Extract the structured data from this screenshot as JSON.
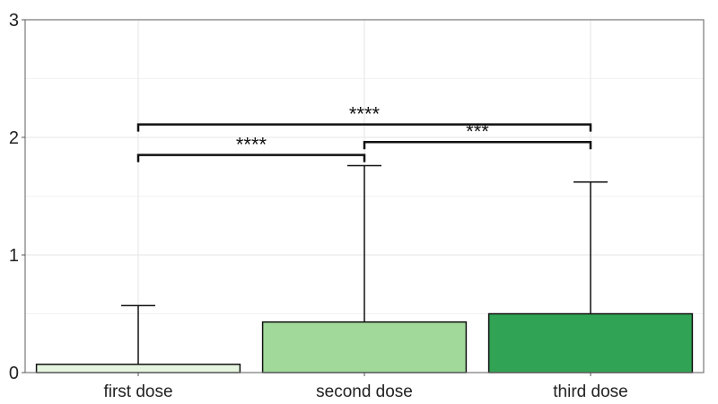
{
  "chart_data": {
    "type": "bar",
    "categories": [
      "first dose",
      "second dose",
      "third dose"
    ],
    "values": [
      0.07,
      0.43,
      0.5
    ],
    "error_upper": [
      0.57,
      1.76,
      1.62
    ],
    "colors": [
      "#e5f5e0",
      "#a1d99b",
      "#31a354"
    ],
    "ylim": [
      0,
      3
    ],
    "yticks": [
      "0",
      "1",
      "2",
      "3"
    ],
    "grid": true,
    "significance": [
      {
        "from": 0,
        "to": 1,
        "y": 1.85,
        "label": "****"
      },
      {
        "from": 1,
        "to": 2,
        "y": 1.96,
        "label": "***"
      },
      {
        "from": 0,
        "to": 2,
        "y": 2.11,
        "label": "****"
      }
    ]
  }
}
